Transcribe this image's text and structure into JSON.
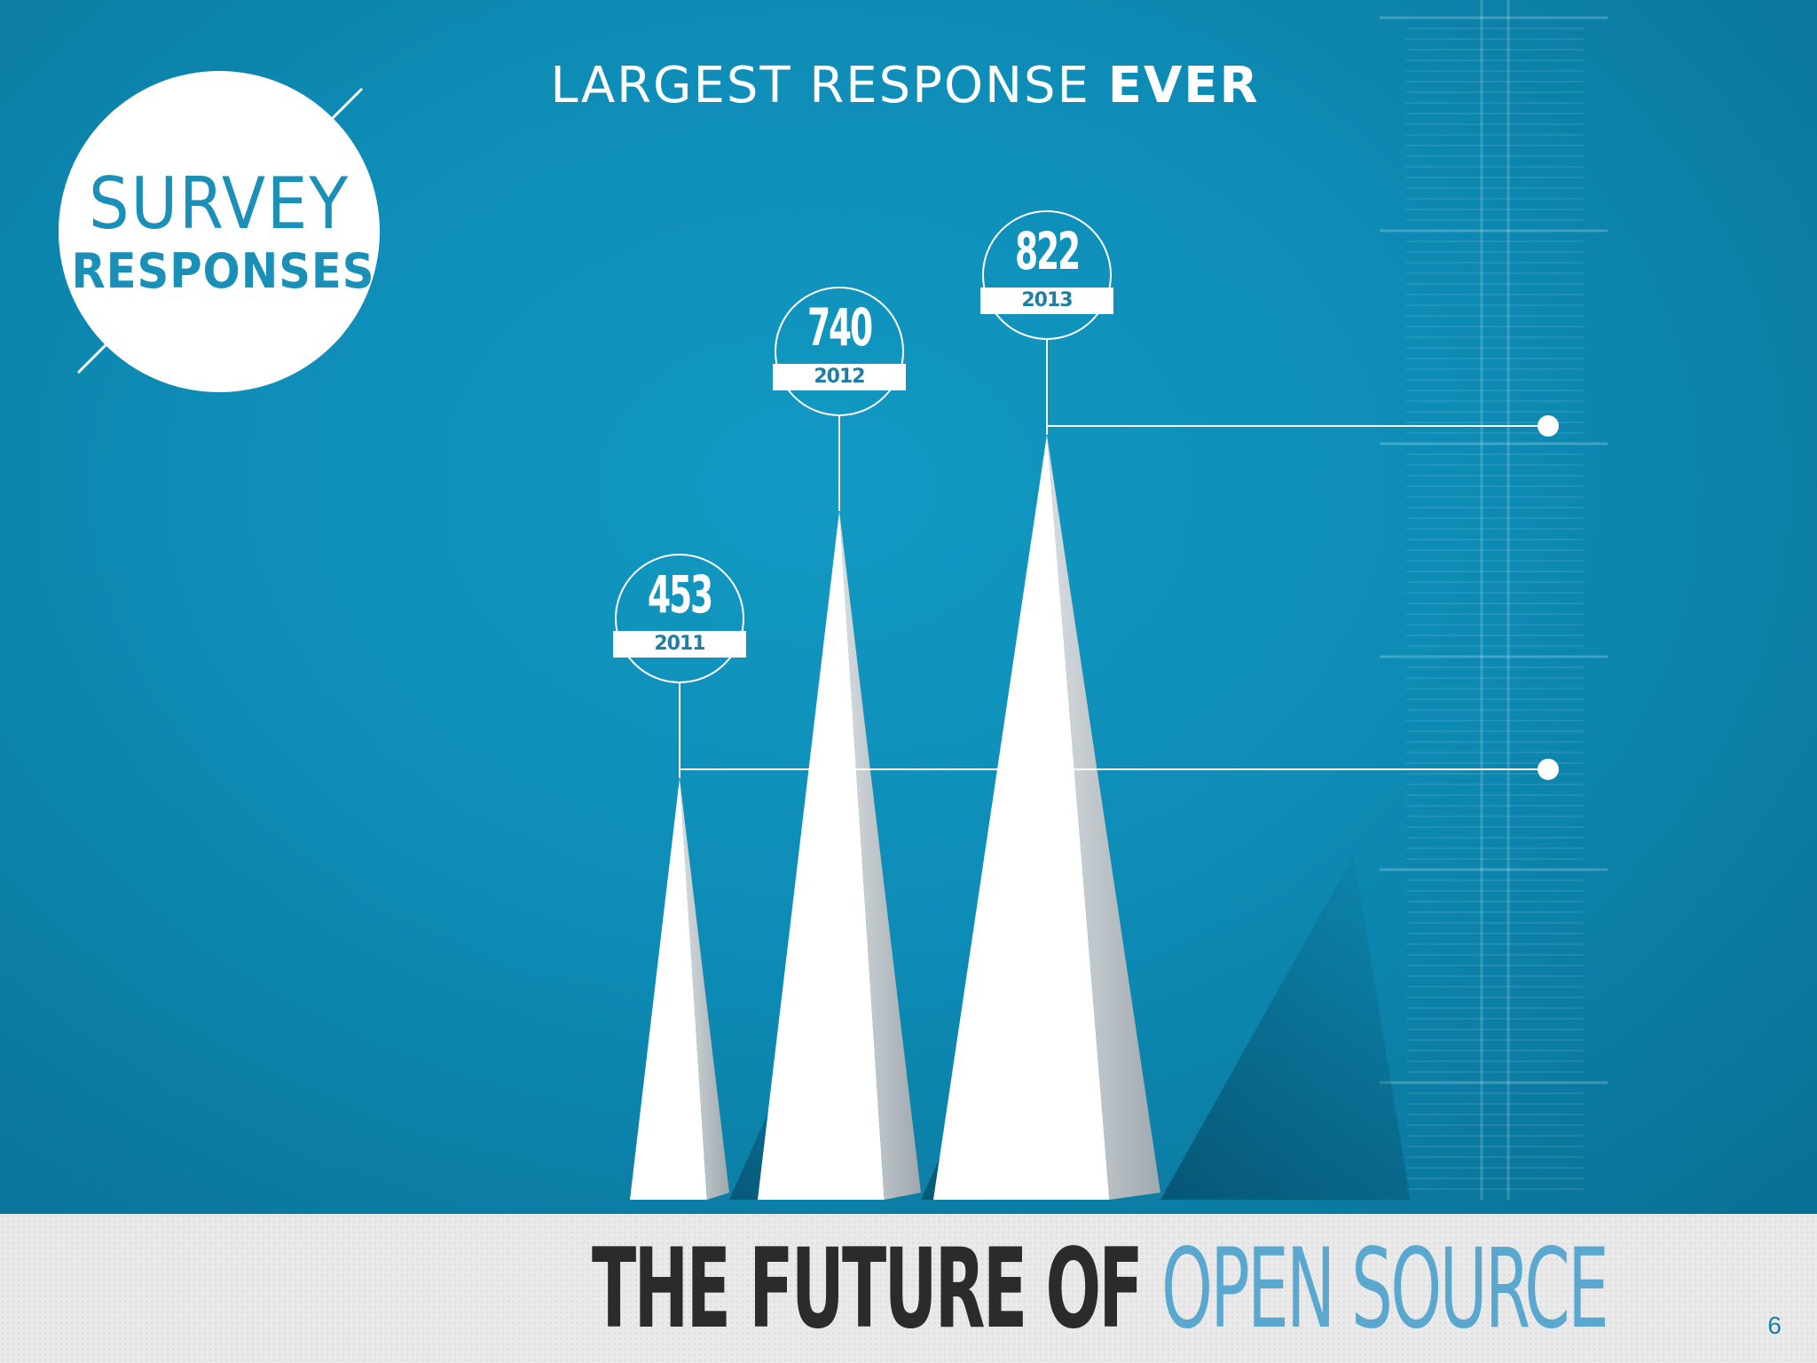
{
  "heading": {
    "light": "LARGEST RESPONSE ",
    "bold": "EVER"
  },
  "badge": {
    "line1": "SURVEY",
    "line2": "RESPONSES"
  },
  "footer": {
    "title_dark": "THE FUTURE OF ",
    "title_accent": "OPEN SOURCE"
  },
  "page_number": "6",
  "colors": {
    "background": "#0e8ab3",
    "spike": "#ffffff",
    "footer_band": "#eaeaea",
    "title_dark": "#2b2b2b",
    "title_accent": "#5aa8d0"
  },
  "chart_data": {
    "type": "bar",
    "categories": [
      "2011",
      "2012",
      "2013"
    ],
    "values": [
      453,
      740,
      822
    ],
    "ylim": [
      0,
      822
    ],
    "grid": false,
    "legend": "none"
  }
}
